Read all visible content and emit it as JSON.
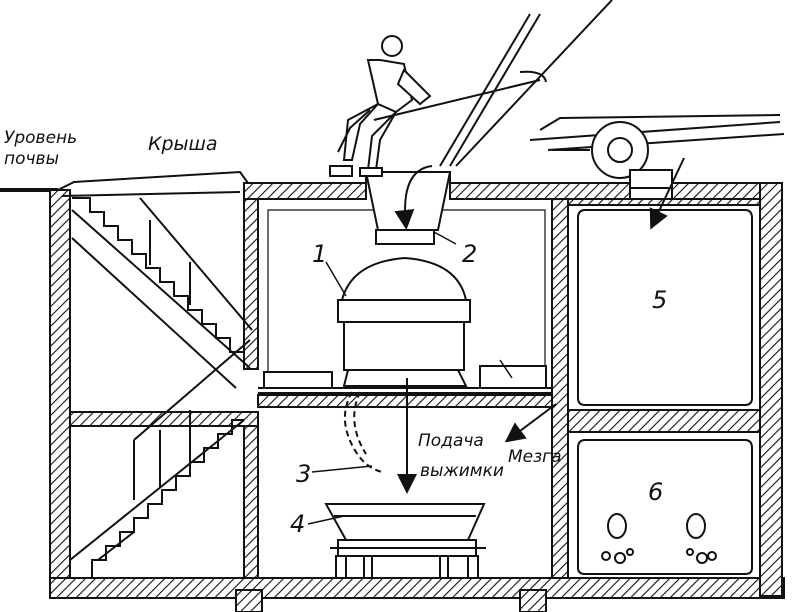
{
  "labels": {
    "ground_level_line1": "Уровень",
    "ground_level_line2": "почвы",
    "roof": "Крыша",
    "feed_line1": "Подача",
    "feed_line2": "выжимки",
    "pulp": "Мезга"
  },
  "callouts": {
    "n1": "1",
    "n2": "2",
    "n3": "3",
    "n4": "4",
    "n5": "5",
    "n6": "6"
  }
}
